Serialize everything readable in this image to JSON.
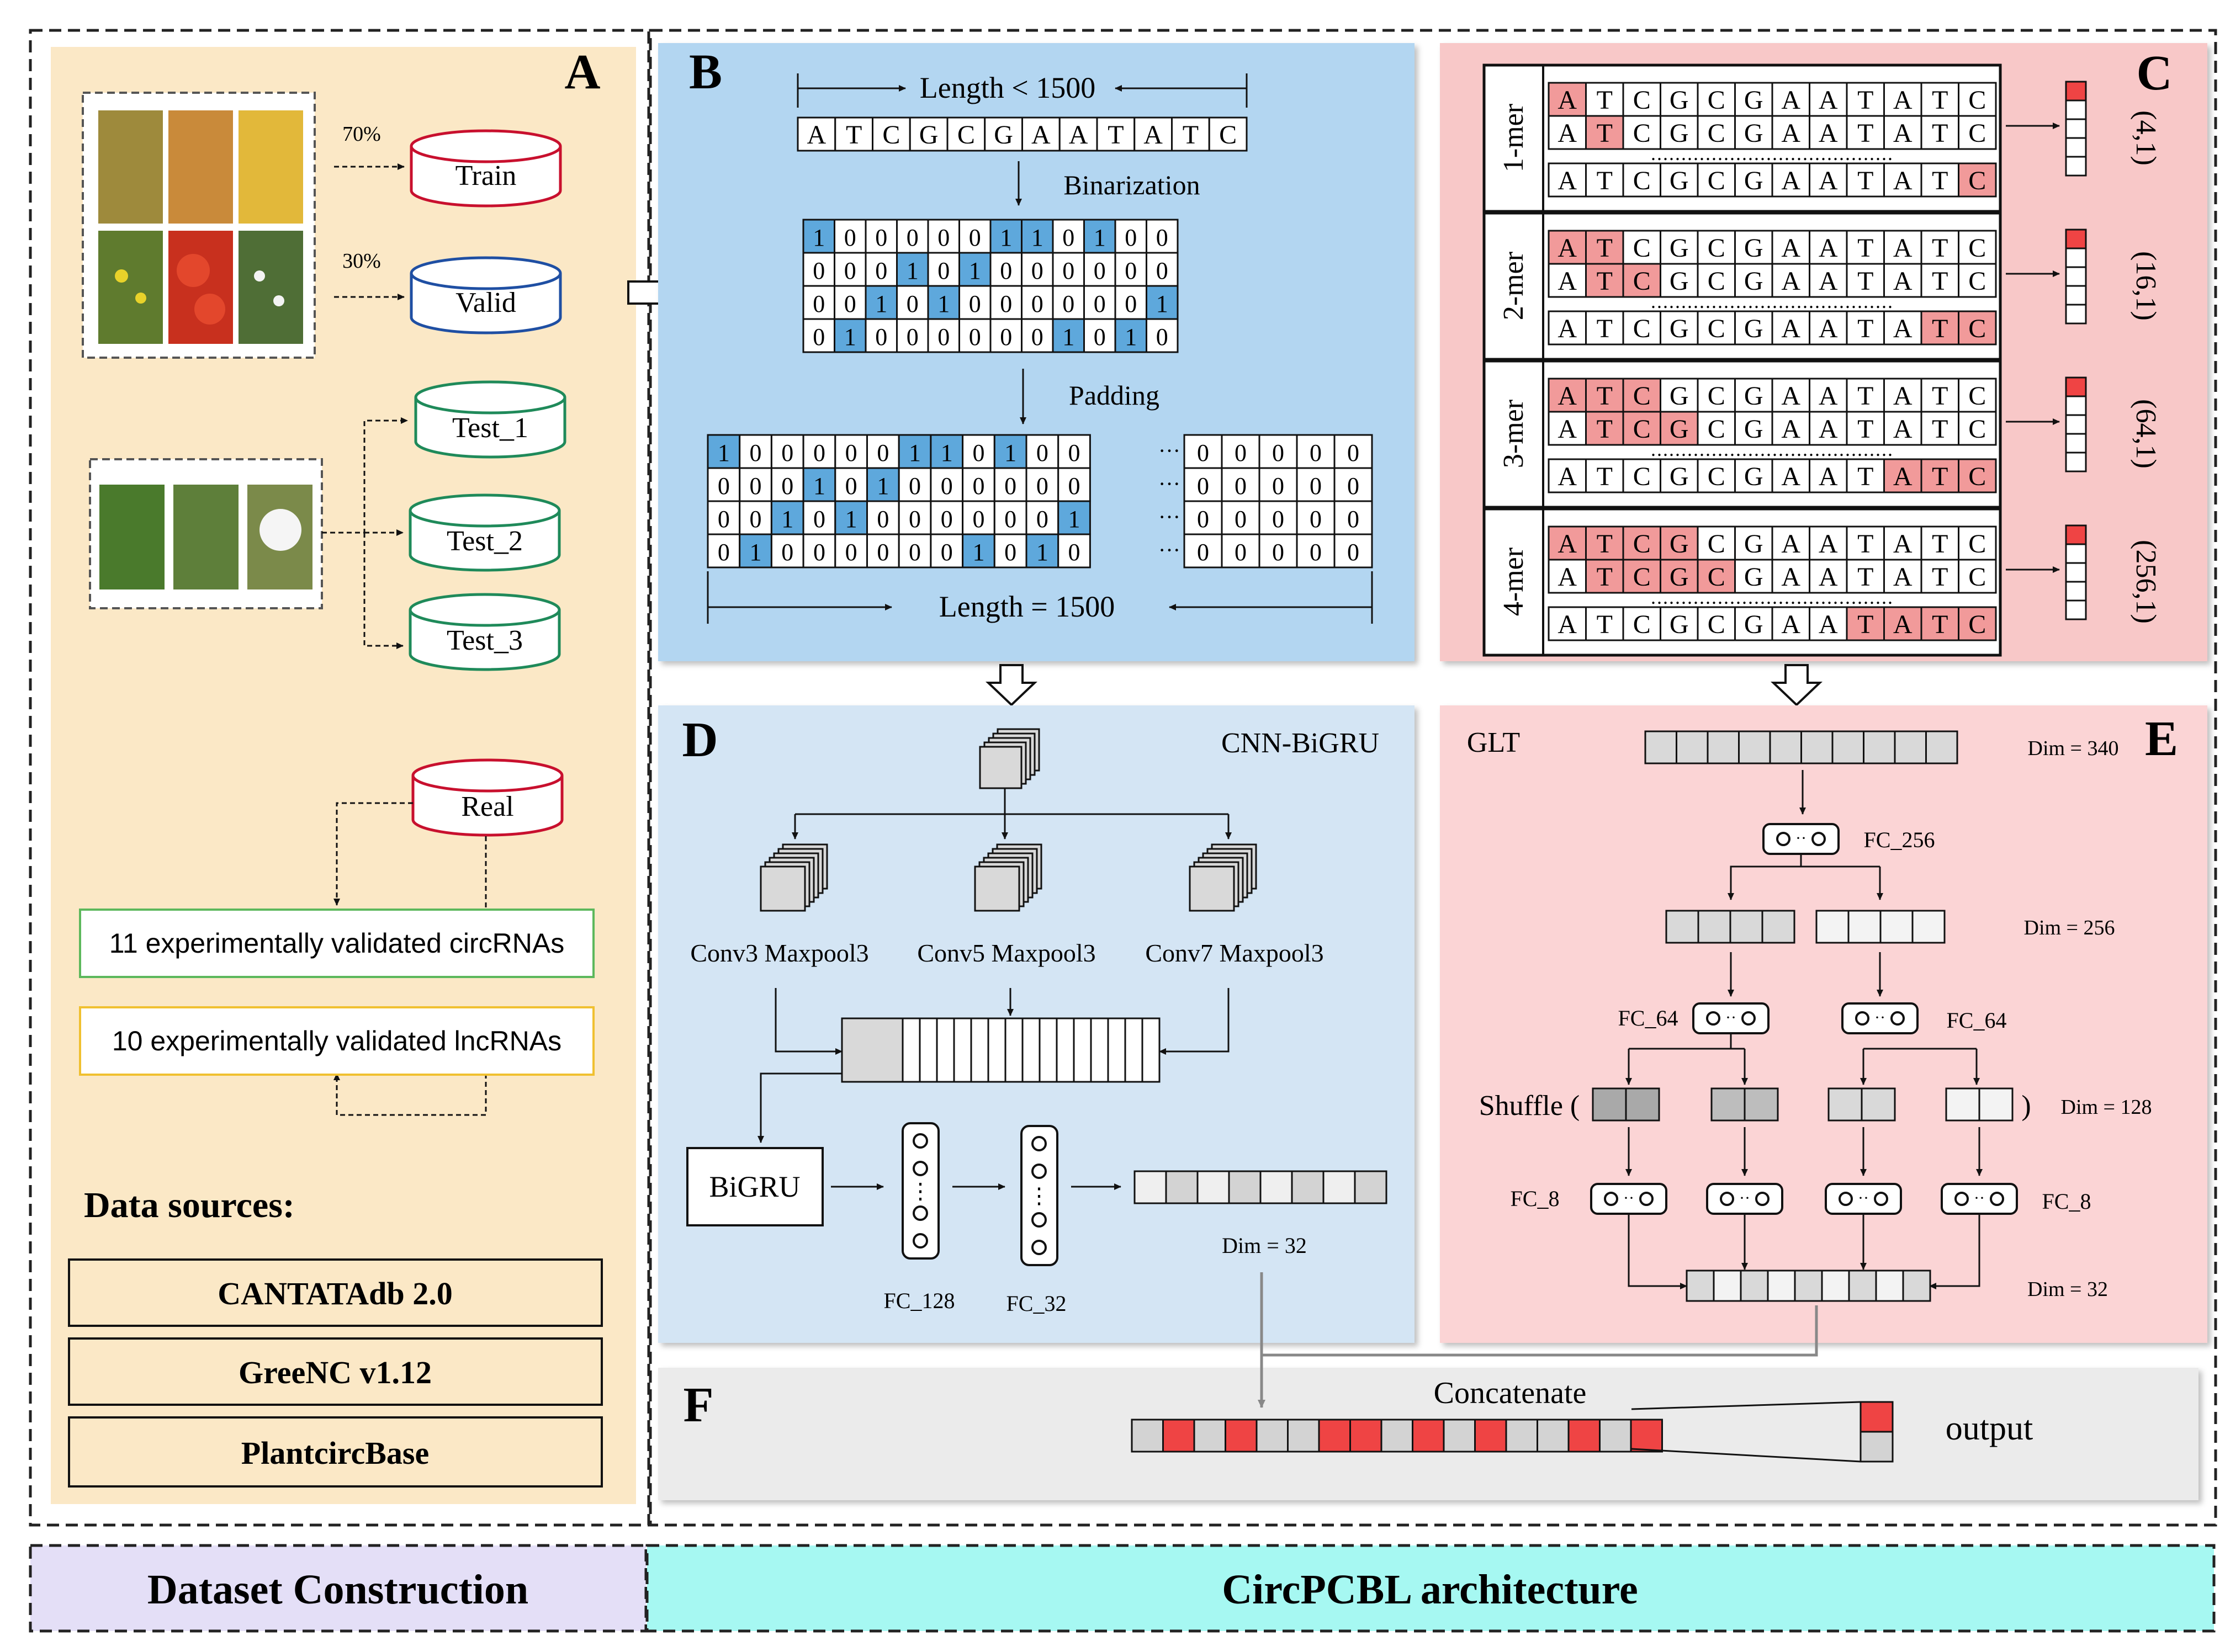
{
  "panels": {
    "A": {
      "letter": "A",
      "split_train": "70%",
      "split_valid": "30%",
      "db_train": "Train",
      "db_valid": "Valid",
      "db_test1": "Test_1",
      "db_test2": "Test_2",
      "db_test3": "Test_3",
      "db_real": "Real",
      "circ_note": "11 experimentally validated circRNAs",
      "lnc_note": "10 experimentally validated lncRNAs",
      "sources_title": "Data sources:",
      "sources": [
        "CANTATAdb 2.0",
        "GreeNC v1.12",
        "PlantcircBase"
      ]
    },
    "B": {
      "letter": "B",
      "length_top": "Length < 1500",
      "sequence": [
        "A",
        "T",
        "C",
        "G",
        "C",
        "G",
        "A",
        "A",
        "T",
        "A",
        "T",
        "C"
      ],
      "binarization": "Binarization",
      "padding": "Padding",
      "length_bottom": "Length = 1500",
      "onehot": [
        [
          "1",
          "0",
          "0",
          "0",
          "0",
          "0",
          "1",
          "1",
          "0",
          "1",
          "0",
          "0"
        ],
        [
          "0",
          "0",
          "0",
          "1",
          "0",
          "1",
          "0",
          "0",
          "0",
          "0",
          "0",
          "0"
        ],
        [
          "0",
          "0",
          "1",
          "0",
          "1",
          "0",
          "0",
          "0",
          "0",
          "0",
          "0",
          "1"
        ],
        [
          "0",
          "1",
          "0",
          "0",
          "0",
          "0",
          "0",
          "0",
          "1",
          "0",
          "1",
          "0"
        ]
      ],
      "pad_block": [
        [
          "0",
          "0",
          "0",
          "0",
          "0"
        ],
        [
          "0",
          "0",
          "0",
          "0",
          "0"
        ],
        [
          "0",
          "0",
          "0",
          "0",
          "0"
        ],
        [
          "0",
          "0",
          "0",
          "0",
          "0"
        ]
      ],
      "ellipsis": "···"
    },
    "C": {
      "letter": "C",
      "groups": [
        {
          "label": "1-mer",
          "dim": "(4,1)",
          "k": 1
        },
        {
          "label": "2-mer",
          "dim": "(16,1)",
          "k": 2
        },
        {
          "label": "3-mer",
          "dim": "(64,1)",
          "k": 3
        },
        {
          "label": "4-mer",
          "dim": "(256,1)",
          "k": 4
        }
      ],
      "dots": "........................................"
    },
    "D": {
      "letter": "D",
      "title": "CNN-BiGRU",
      "branch1": "Conv3 Maxpool3",
      "branch2": "Conv5 Maxpool3",
      "branch3": "Conv7 Maxpool3",
      "bigru": "BiGRU",
      "fc128": "FC_128",
      "fc32": "FC_32",
      "dim": "Dim = 32"
    },
    "E": {
      "letter": "E",
      "title": "GLT",
      "dim340": "Dim = 340",
      "fc256": "FC_256",
      "dim256": "Dim = 256",
      "fc64": "FC_64",
      "shuffle": "Shuffle (",
      "shuffle_close": ")",
      "dim128": "Dim = 128",
      "fc8": "FC_8",
      "dim32": "Dim = 32",
      "node": "o··o"
    },
    "F": {
      "letter": "F",
      "concat": "Concatenate",
      "output": "output",
      "concat_pattern": [
        0,
        1,
        0,
        1,
        0,
        0,
        1,
        1,
        0,
        1,
        0,
        1,
        0,
        0,
        1,
        0,
        1
      ]
    }
  },
  "footer": {
    "left": "Dataset Construction",
    "right": "CircPCBL architecture"
  },
  "colors": {
    "panel_a": "#fbe8c6",
    "panel_b": "#b3d6f1",
    "panel_c": "#f8c8c8",
    "panel_d": "#d4e5f4",
    "panel_e": "#fbd4d5",
    "panel_f": "#ebebeb",
    "highlight_blue": "#5ea8dc",
    "highlight_red": "#ef4444",
    "kmer_pink": "#f19a9a",
    "footer_left": "#e4dff7",
    "footer_right": "#a6f8f2",
    "train": "#c8102e",
    "valid": "#1f4fa3",
    "test": "#1f8a5a"
  },
  "icons": [
    "rice-photo",
    "potato-photo",
    "corn-photo",
    "rapeseed-photo",
    "tomato-photo",
    "arabidopsis-photo",
    "cucumber-photo",
    "tree-photo",
    "cotton-photo",
    "hollow-arrow-icon",
    "database-cylinder-icon",
    "feature-map-icon"
  ]
}
